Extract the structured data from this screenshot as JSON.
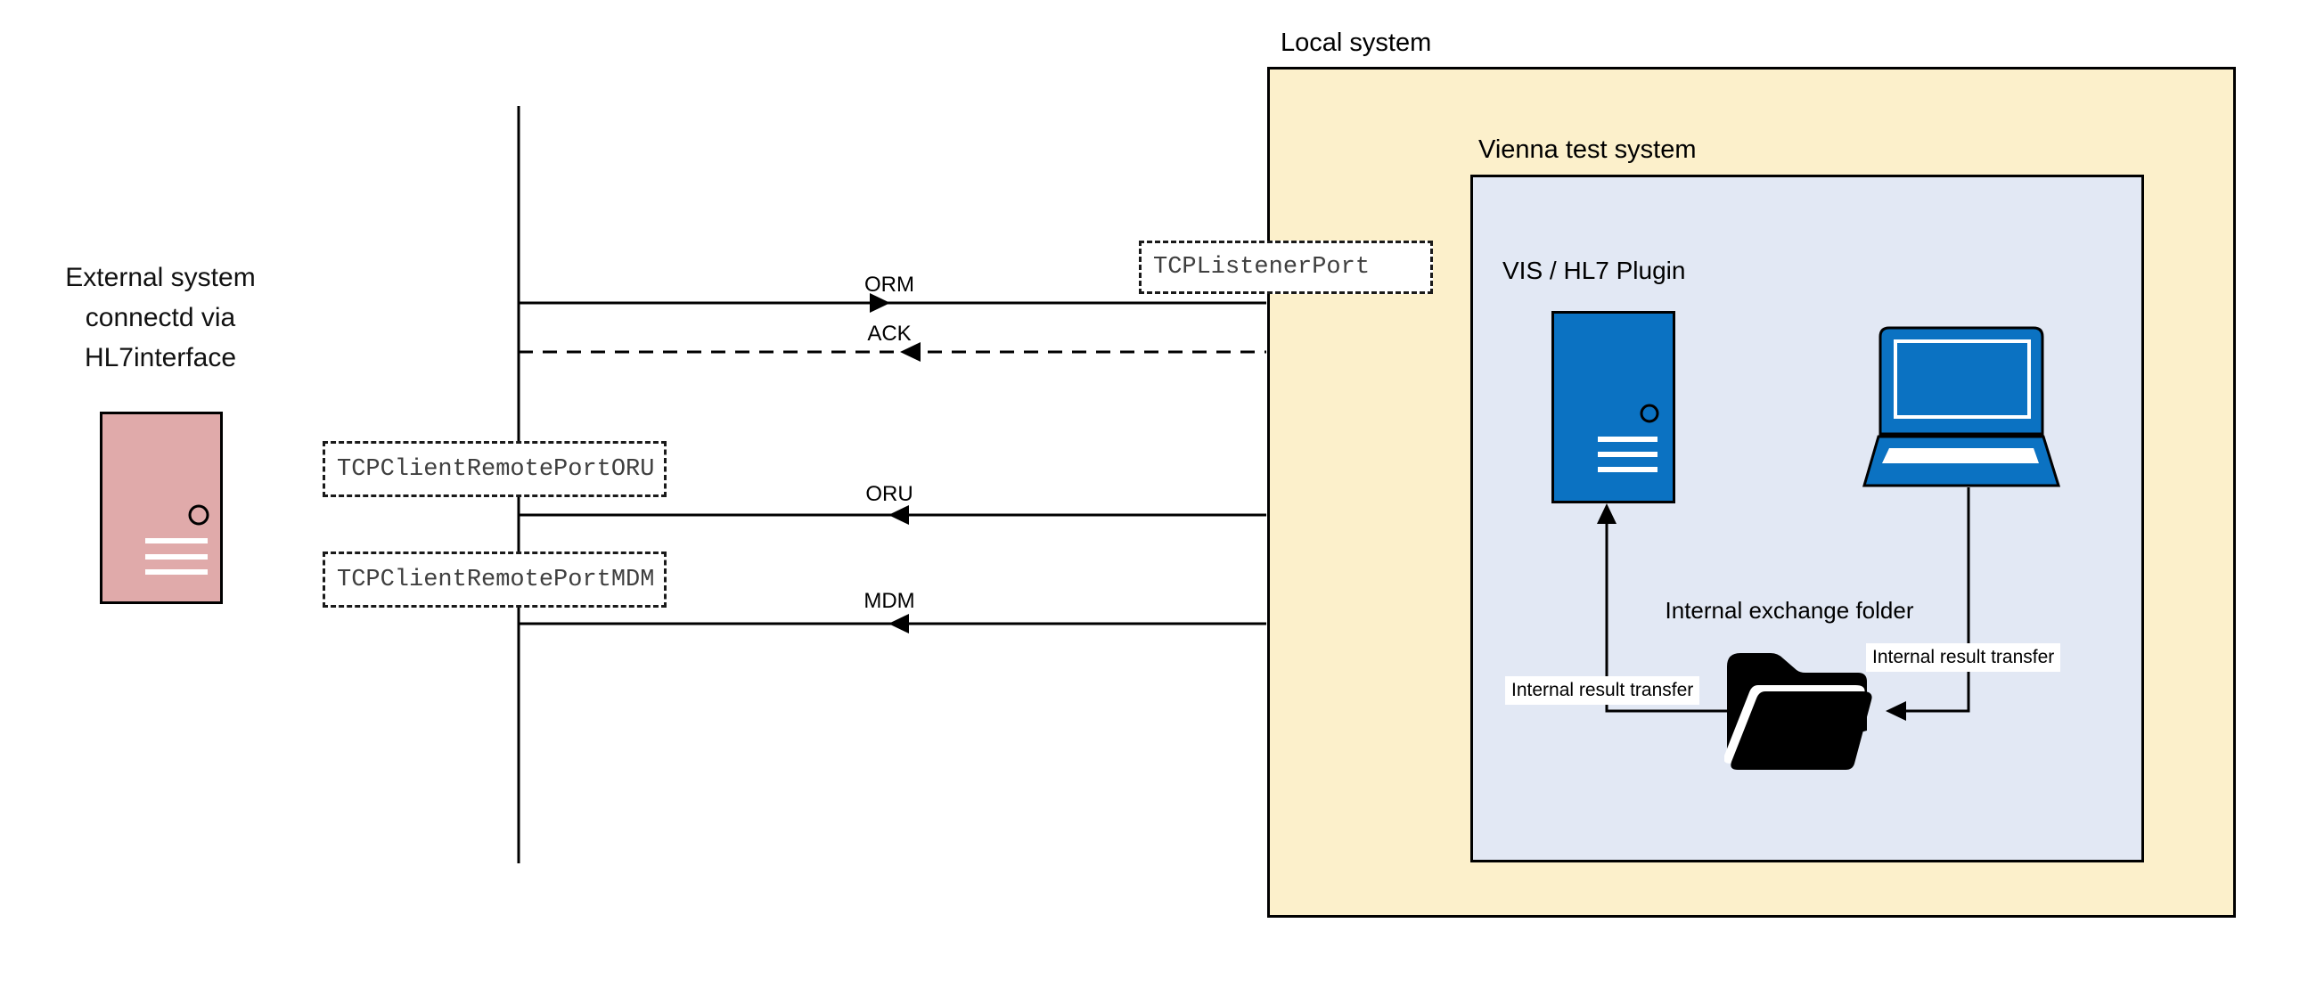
{
  "diagram": {
    "external_system": {
      "lines": [
        "External system",
        "connectd via",
        "HL7interface"
      ]
    },
    "messages": [
      {
        "label": "ORM",
        "direction": "right",
        "style": "solid"
      },
      {
        "label": "ACK",
        "direction": "left",
        "style": "dashed"
      },
      {
        "label": "ORU",
        "direction": "left",
        "style": "solid"
      },
      {
        "label": "MDM",
        "direction": "left",
        "style": "solid"
      }
    ],
    "ports": {
      "listener": "TCPListenerPort",
      "client_oru": "TCPClientRemotePortORU",
      "client_mdm": "TCPClientRemotePortMDM"
    },
    "local_system": {
      "title": "Local system",
      "vienna_test_system": {
        "title": "Vienna test system",
        "plugin_title": "VIS / HL7 Plugin",
        "exchange_folder_label": "Internal exchange folder",
        "transfer_left_label": "Internal result transfer",
        "transfer_right_label": "Internal result transfer"
      }
    },
    "colors": {
      "local_system_fill": "#FCF0CB",
      "vienna_fill": "#E2E8F4",
      "device_blue": "#0B72C2",
      "external_server_pink": "#E0AAAA"
    }
  }
}
